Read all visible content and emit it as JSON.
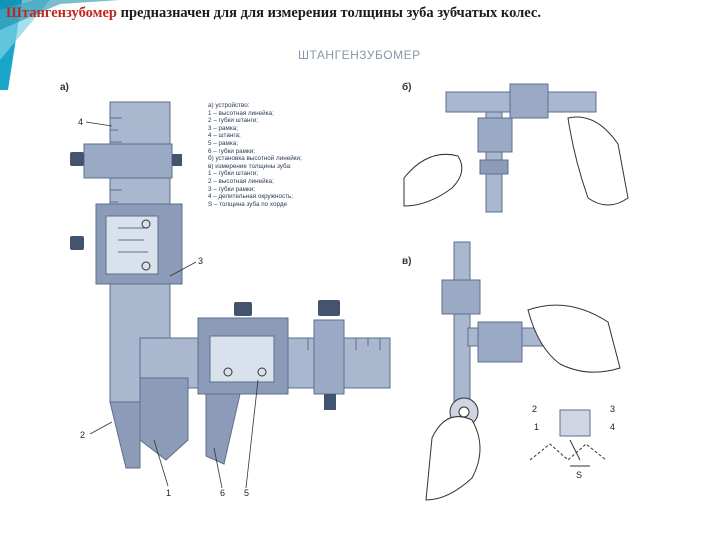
{
  "heading": {
    "term": "Штангензубомер",
    "rest": " предназначен для  для измерения толщины зуба зубчатых колес."
  },
  "figure": {
    "title": "ШТАНГЕНЗУБОМЕР",
    "labels": {
      "a": "а)",
      "b": "б)",
      "v": "в)"
    },
    "legend": [
      "а) устройство:",
      "1 – высотная линейка;",
      "2 – губки штанги;",
      "3 – рамка;",
      "4 – штанга;",
      "5 – рамка;",
      "6 – губки рамки;",
      "б) установка высотной линейки;",
      "в) измерение толщины зуба:",
      "1 – губки штанги;",
      "2 – высотная линейка;",
      "3 – губки рамки;",
      "4 – делительная окружность;",
      "S – толщина зуба по хорде"
    ],
    "callouts": {
      "c4": "4",
      "c3": "3",
      "c2": "2",
      "c1": "1",
      "c6": "6",
      "c5": "5",
      "d2": "2",
      "d3": "3",
      "d1": "1",
      "d4": "4",
      "ds": "S"
    }
  },
  "colors": {
    "term": "#c0261d",
    "steel": "#8b9bb8",
    "steel_dark": "#5d6f8f",
    "slide_bg": "#17a7c9"
  }
}
